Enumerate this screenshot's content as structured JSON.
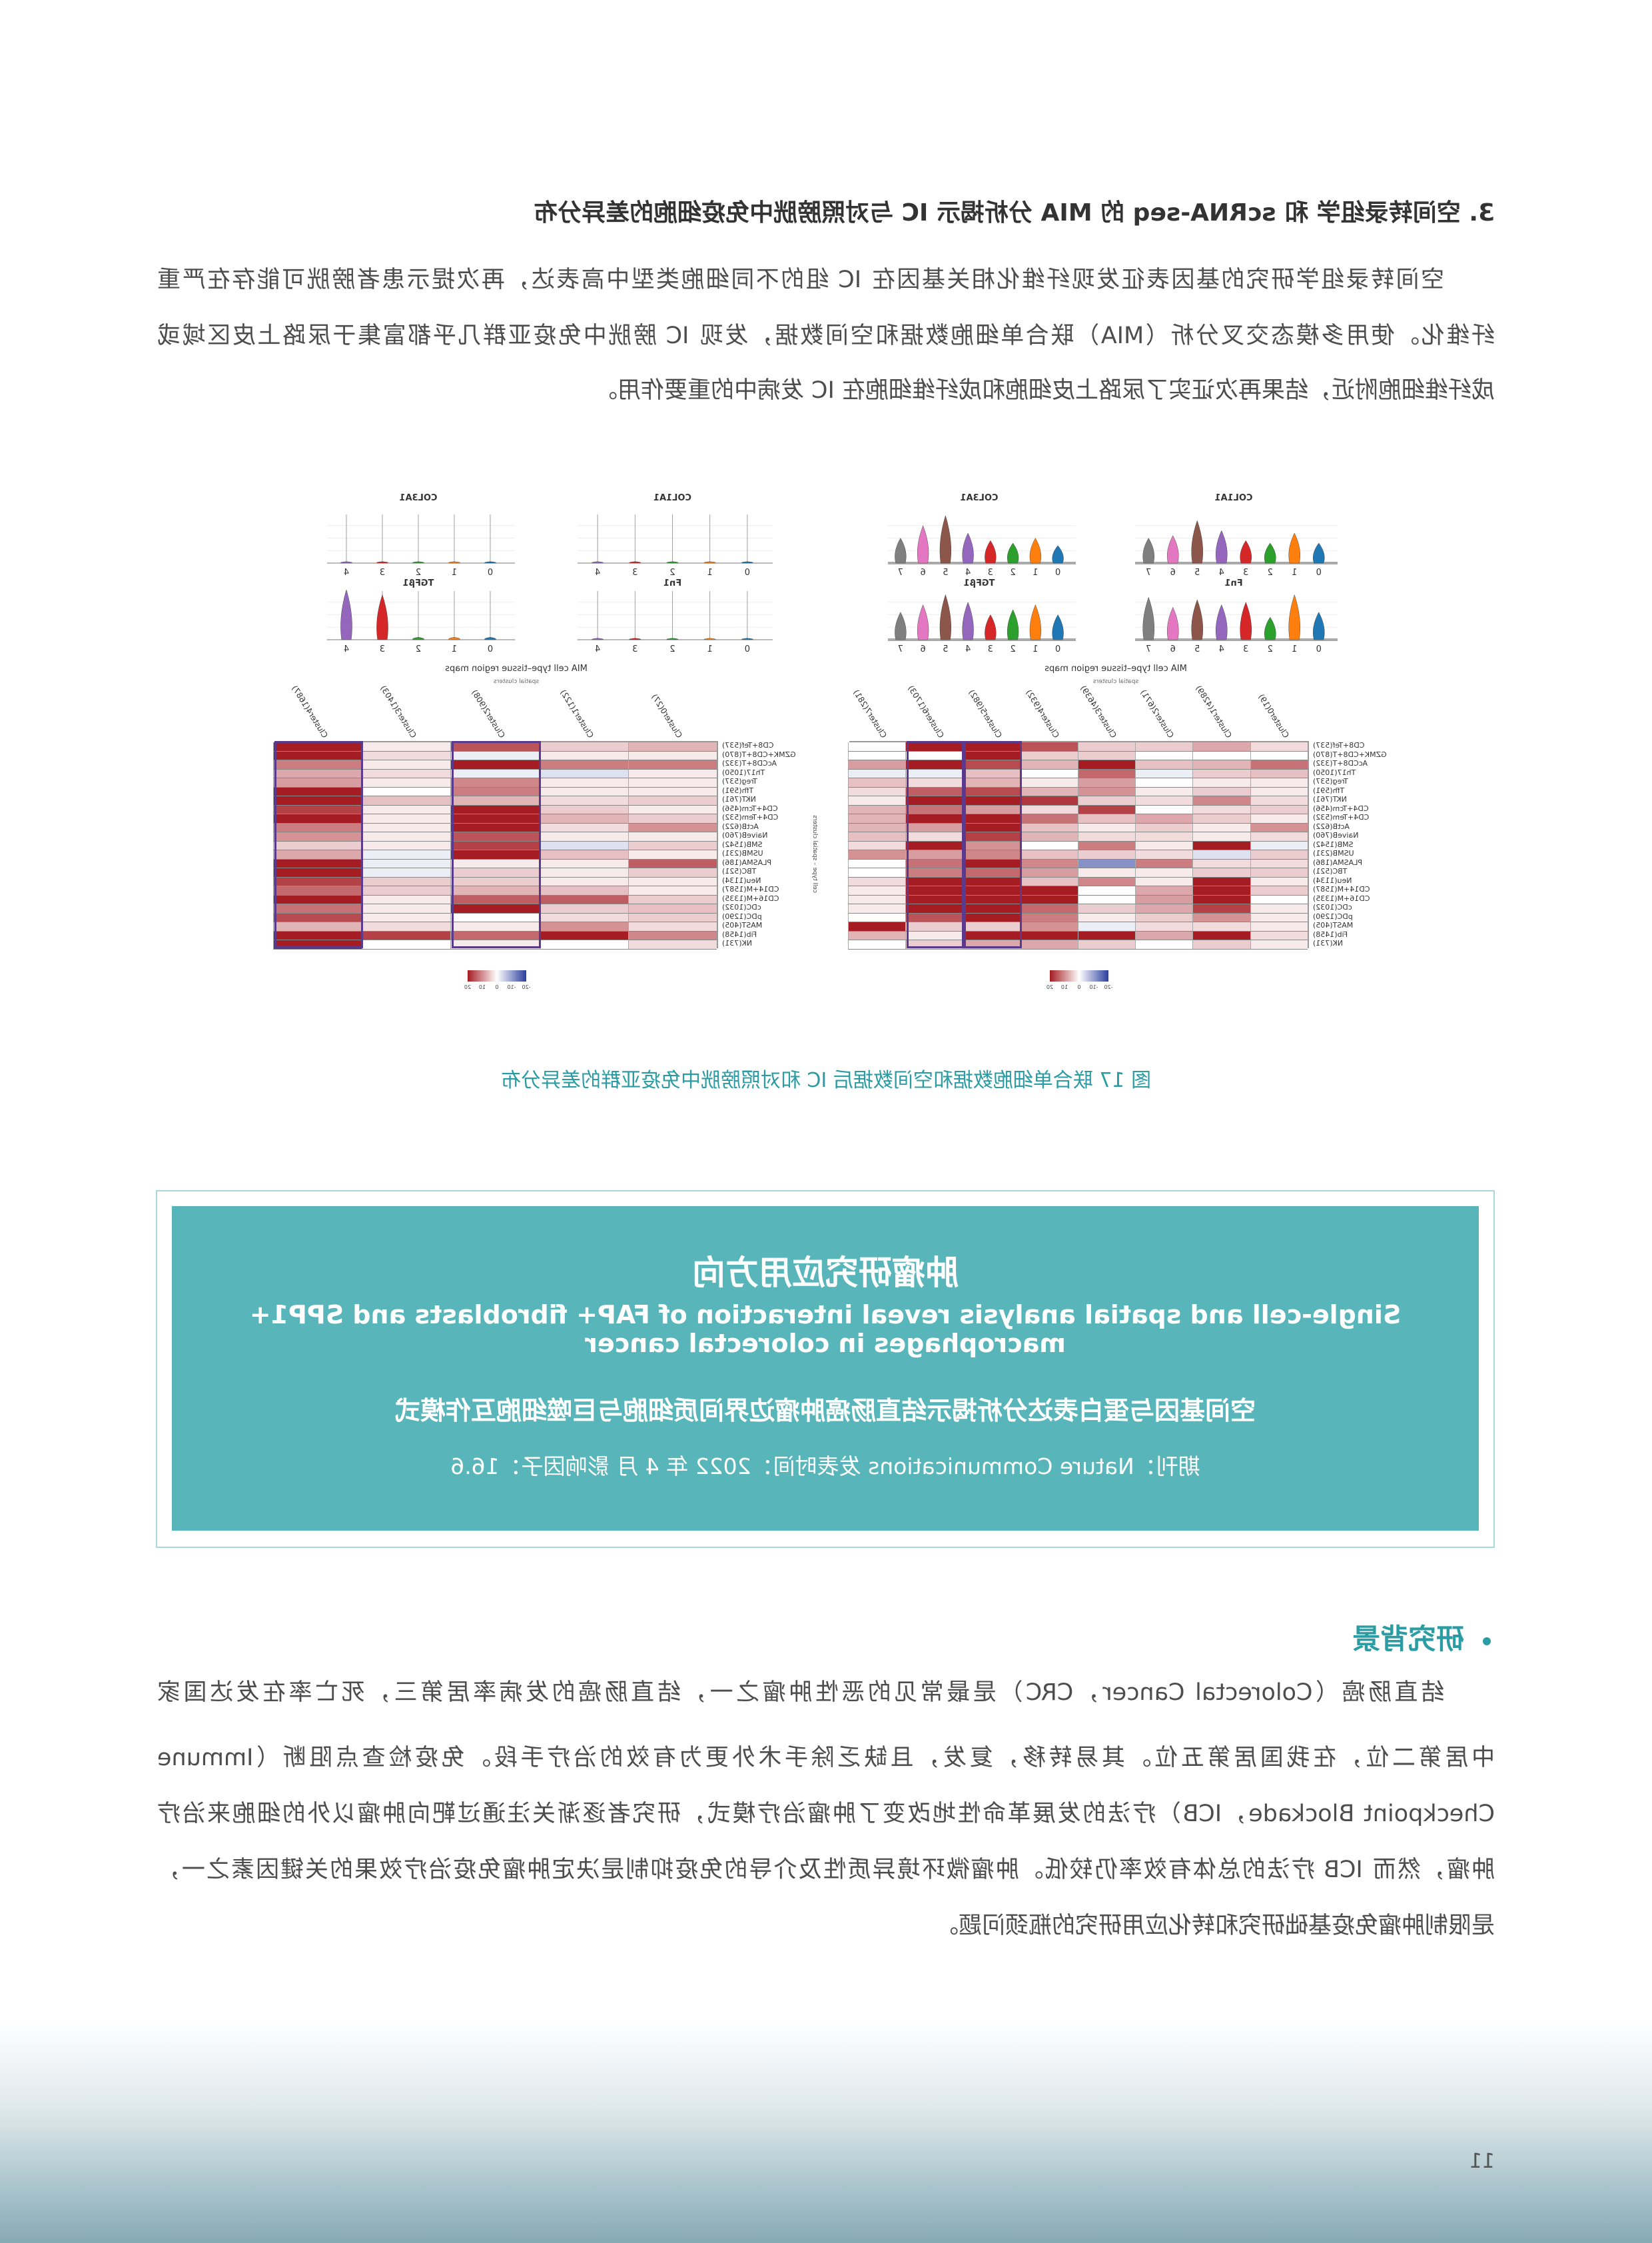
{
  "section3": {
    "heading": "3. 空间转录组学 和 scRNA-seq 的 MIA 分析揭示 IC 与对照膀胱中免疫细胞的差异分布",
    "lines": [
      "空间转录组学研究的基因表征发现纤维化相关基因在 IC 组的不同细胞类型中高表达，再次提示患者膀胱可能存在严重",
      "纤维化。使用多模态交叉分析（MIA）联合单细胞数据和空间数据，发现 IC 膀胱中免疫亚群几乎都富集于尿路上皮区域或",
      "成纤维细胞附近，结果再次证实了尿路上皮细胞和成纤维细胞在 IC 发病中的重要作用。"
    ]
  },
  "figure": {
    "caption": "图 17 联合单细胞数据和空间数据后 IC 和对照膀胱中免疫亚群的差异分布",
    "panel_title": "MIA cell type–tissue region maps",
    "panel_subtitle": "spatial clusters",
    "side_label": "cell type – spatial clusters",
    "cluster_colors": [
      "#1f77b4",
      "#ff7f0e",
      "#2ca02c",
      "#d62728",
      "#9467bd",
      "#8c564b",
      "#e377c2",
      "#7f7f7f"
    ],
    "violin_groups": [
      {
        "clusters": [
          "0",
          "1",
          "2",
          "3",
          "4",
          "5",
          "6",
          "7"
        ],
        "panels": [
          {
            "gene": "COL1A1",
            "levels": [
              0.4,
              0.6,
              0.4,
              0.45,
              0.65,
              0.85,
              0.55,
              0.5
            ]
          },
          {
            "gene": "COL3A1",
            "levels": [
              0.35,
              0.5,
              0.4,
              0.45,
              0.6,
              0.95,
              0.75,
              0.5
            ]
          },
          {
            "gene": "Fn1",
            "levels": [
              0.55,
              0.9,
              0.45,
              0.75,
              0.7,
              0.8,
              0.65,
              0.85
            ]
          },
          {
            "gene": "TGFβ1",
            "levels": [
              0.5,
              0.7,
              0.6,
              0.5,
              0.75,
              0.9,
              0.7,
              0.55
            ]
          }
        ]
      },
      {
        "clusters": [
          "0",
          "1",
          "2",
          "3",
          "4"
        ],
        "panels": [
          {
            "gene": "COL1A1",
            "levels": [
              0.03,
              0.03,
              0.03,
              0.03,
              0.03
            ]
          },
          {
            "gene": "COL3A1",
            "levels": [
              0.03,
              0.03,
              0.03,
              0.03,
              0.03
            ]
          },
          {
            "gene": "Fn1",
            "levels": [
              0.03,
              0.03,
              0.03,
              0.03,
              0.03
            ]
          },
          {
            "gene": "TGFβ1",
            "levels": [
              0.05,
              0.05,
              0.05,
              0.9,
              1.0
            ]
          }
        ]
      }
    ],
    "colorbar_ticks": [
      "-20",
      "-10",
      "0",
      "10",
      "20"
    ],
    "row_labels": [
      "CD8+Tef(537)",
      "GZMK+CD8+T(870)",
      "AcCD8+T(332)",
      "Th17(1050)",
      "Treg(537)",
      "Tfh(591)",
      "NKT(761)",
      "CD4+Tcm(456)",
      "CD4+Tem(532)",
      "ActB(622)",
      "NaiveB(760)",
      "SMB(1542)",
      "USMB(231)",
      "PLASMA(186)",
      "TBC(521)",
      "Neu(1134)",
      "CD14+M(1587)",
      "CD16+M(1335)",
      "cDC(1032)",
      "pDC(1290)",
      "MAST(405)",
      "Fib(1458)",
      "NK(731)"
    ],
    "heatmaps": [
      {
        "columns": [
          "Cluster7(281)",
          "Cluster6(1703)",
          "Cluster5(982)",
          "Cluster4(932)",
          "Cluster3(4639)",
          "Cluster2(671)",
          "Cluster1(4289)",
          "Cluster0(19)"
        ],
        "highlighted": [
          1,
          2
        ],
        "values": [
          [
            0,
            20,
            20,
            14,
            3,
            3,
            6,
            2
          ],
          [
            0,
            0,
            20,
            3,
            3,
            0,
            0,
            0
          ],
          [
            7,
            20,
            15,
            5,
            20,
            4,
            5,
            11
          ],
          [
            -1,
            -1,
            4,
            0,
            12,
            -1,
            3,
            4
          ],
          [
            4,
            2,
            5,
            1,
            7,
            0,
            1,
            1
          ],
          [
            2,
            13,
            15,
            5,
            8,
            1,
            3,
            1
          ],
          [
            1,
            20,
            20,
            17,
            3,
            2,
            9,
            2
          ],
          [
            5,
            11,
            7,
            2,
            16,
            0,
            2,
            3
          ],
          [
            5,
            20,
            20,
            11,
            4,
            6,
            3,
            1
          ],
          [
            5,
            7,
            20,
            4,
            1,
            3,
            1,
            8
          ],
          [
            4,
            2,
            16,
            5,
            2,
            2,
            1,
            2
          ],
          [
            2,
            20,
            8,
            0,
            10,
            1,
            20,
            -1
          ],
          [
            8,
            7,
            9,
            4,
            3,
            2,
            -2,
            3
          ],
          [
            0,
            11,
            20,
            9,
            -10,
            10,
            2,
            2
          ],
          [
            0,
            10,
            12,
            7,
            1,
            1,
            3,
            3
          ],
          [
            2,
            20,
            20,
            4,
            9,
            1,
            20,
            1
          ],
          [
            1,
            20,
            20,
            20,
            0,
            6,
            20,
            3
          ],
          [
            1,
            20,
            20,
            20,
            0,
            7,
            20,
            0
          ],
          [
            1,
            20,
            20,
            12,
            3,
            6,
            16,
            1
          ],
          [
            0,
            14,
            20,
            10,
            1,
            3,
            8,
            1
          ],
          [
            20,
            3,
            3,
            8,
            -1,
            2,
            2,
            1
          ],
          [
            5,
            1,
            20,
            20,
            20,
            6,
            20,
            2
          ],
          [
            0,
            3,
            6,
            6,
            3,
            0,
            3,
            1
          ]
        ]
      },
      {
        "columns": [
          "Cluster4(1687)",
          "Cluster3(1403)",
          "Cluster2(908)",
          "Cluster1(122)",
          "Cluster0(27)"
        ],
        "highlighted": [
          0,
          2
        ],
        "values": [
          [
            20,
            1,
            14,
            3,
            5
          ],
          [
            20,
            2,
            -1,
            1,
            1
          ],
          [
            10,
            1,
            20,
            10,
            10
          ],
          [
            6,
            2,
            -1,
            -2,
            1
          ],
          [
            7,
            1,
            9,
            1,
            1
          ],
          [
            20,
            0,
            10,
            1,
            1
          ],
          [
            20,
            4,
            5,
            2,
            3
          ],
          [
            16,
            1,
            20,
            3,
            1
          ],
          [
            20,
            1,
            20,
            5,
            3
          ],
          [
            10,
            1,
            20,
            2,
            8
          ],
          [
            8,
            1,
            14,
            1,
            1
          ],
          [
            3,
            1,
            16,
            -2,
            3
          ],
          [
            6,
            -1,
            20,
            4,
            1
          ],
          [
            20,
            -1,
            1,
            1,
            13
          ],
          [
            20,
            -1,
            3,
            1,
            3
          ],
          [
            16,
            3,
            3,
            1,
            1
          ],
          [
            12,
            3,
            5,
            4,
            1
          ],
          [
            20,
            1,
            13,
            13,
            3
          ],
          [
            11,
            1,
            20,
            3,
            4
          ],
          [
            15,
            1,
            0,
            2,
            3
          ],
          [
            5,
            2,
            1,
            8,
            2
          ],
          [
            20,
            16,
            12,
            20,
            9
          ],
          [
            20,
            0,
            1,
            0,
            2
          ]
        ]
      }
    ]
  },
  "highlight_box": {
    "title": "肿瘤研究应用方向",
    "english_title_1": "Single-cell and spatial analysis reveal interaction of FAP+ fibroblasts and SPP1+",
    "english_title_2": "macrophages in colorectal cancer",
    "chinese_title": "空间基因与蛋白表达分析揭示结直肠癌肿瘤边界间质细胞与巨噬细胞互作模式",
    "journal_line": "期刊：Nature Communications 发表时间：2022 年 4 月 影响因子：16.6"
  },
  "background": {
    "heading": "研究背景",
    "lines": [
      "结直肠癌（Colorectal Cancer，CRC）是最常见的恶性肿瘤之一，结直肠癌的发病率居第三，死亡率在发达国家",
      "中居第二位，在我国居第五位。其易转移，复发，且缺乏除手术外更为有效的治疗手段。免疫检查点阻断（Immune",
      "Checkpoint Blockade，ICB）疗法的发展革命性地改变了肿瘤治疗模式，研究者逐渐关注通过靶向肿瘤以外的细胞来治疗",
      "肿瘤，然而 ICB 疗法的总体有效率仍较低。肿瘤微环境异质性及介导的免疫抑制是决定肿瘤免疫治疗效果的关键因素之一，",
      "是限制肿瘤免疫基础研究和转化应用研究的瓶颈问题。"
    ]
  },
  "page_number": "11",
  "colors": {
    "accent": "#2b9ca3",
    "box_fill": "#58b5ba",
    "heat_high": "#a51c22",
    "heat_low": "#2b3f9e"
  }
}
